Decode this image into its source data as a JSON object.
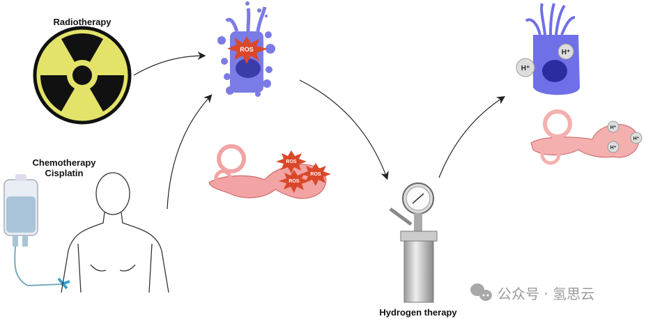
{
  "labels": {
    "radiotherapy": "Radiotherapy",
    "chemotherapy": "Chemotherapy",
    "cisplatin": "Cisplatin",
    "hydrogen_therapy": "Hydrogen therapy"
  },
  "ros": [
    "ROS",
    "ROS",
    "ROS",
    "ROS"
  ],
  "hydrogen_ions": [
    "H⁺",
    "H⁺",
    "H⁺",
    "H⁺",
    "H⁺"
  ],
  "watermark": "公众号 · 氢思云",
  "colors": {
    "radiation_yellow": "#e3e36a",
    "cell_damaged": "#7b7be6",
    "cell_healthy": "#6f6fe8",
    "nucleus": "#3c3ca8",
    "ros_star": "#d9482a",
    "cochlea": "#f2a3a3",
    "arrow": "#222222"
  }
}
